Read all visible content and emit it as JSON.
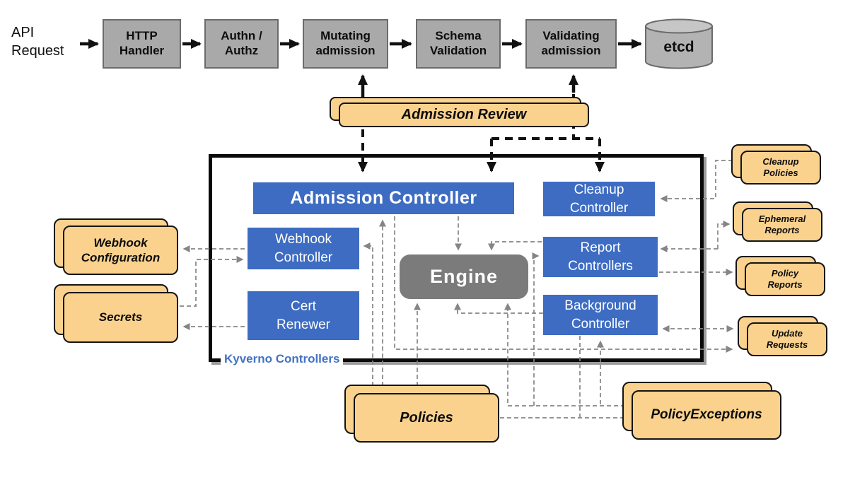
{
  "pipeline": {
    "api_request": "API\nRequest",
    "stages": [
      {
        "label": "HTTP\nHandler"
      },
      {
        "label": "Authn /\nAuthz"
      },
      {
        "label": "Mutating\nadmission"
      },
      {
        "label": "Schema\nValidation"
      },
      {
        "label": "Validating\nadmission"
      }
    ],
    "datastore": {
      "label": "etcd"
    }
  },
  "admission_review": {
    "label": "Admission Review"
  },
  "kyverno": {
    "box_label": "Kyverno Controllers",
    "admission_controller": "Admission Controller",
    "cleanup_controller": "Cleanup\nController",
    "webhook_controller": "Webhook\nController",
    "cert_renewer": "Cert\nRenewer",
    "engine": "Engine",
    "report_controllers": "Report\nControllers",
    "background_controller": "Background\nController"
  },
  "resources": {
    "webhook_configuration": "Webhook\nConfiguration",
    "secrets": "Secrets",
    "cleanup_policies": "Cleanup\nPolicies",
    "ephemeral_reports": "Ephemeral\nReports",
    "policy_reports": "Policy\nReports",
    "update_requests": "Update\nRequests",
    "policies": "Policies",
    "policy_exceptions": "PolicyExceptions"
  },
  "colors": {
    "stage_gray": "#a9a9a9",
    "node_blue": "#3d6cc2",
    "engine_gray": "#7b7b7b",
    "resource_tan": "#fad28e",
    "label_blue": "#4472c4",
    "connector_gray": "#858585",
    "arrow_black": "#111111"
  }
}
